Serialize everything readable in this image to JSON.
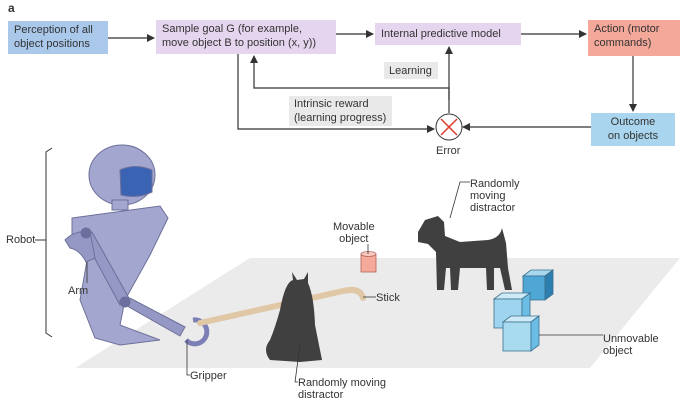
{
  "panel_label": "a",
  "flow": {
    "perception": [
      "Perception of all",
      "object positions"
    ],
    "sample_goal": [
      "Sample goal G (for example,",
      "move object B to position (x, y))"
    ],
    "internal_model": "Internal predictive model",
    "action": [
      "Action (motor",
      "commands)"
    ],
    "outcome": [
      "Outcome",
      "on objects"
    ],
    "learning": "Learning",
    "intrinsic_reward": [
      "Intrinsic reward",
      "(learning progress)"
    ],
    "error": "Error"
  },
  "colors": {
    "perception_box": "#a9c8ea",
    "sample_box": "#e6d5ee",
    "model_box": "#e6d5ee",
    "action_box": "#f3a89a",
    "outcome_box": "#a9d6ee",
    "label_box": "#e9e9e9",
    "floor": "#ebebeb",
    "robot": "#a3a6cf",
    "robot_face": "#3b63b4",
    "stick": "#e0c7a6",
    "cube": "#6cbde6",
    "cup": "#f4a99a",
    "error_cross": "#e03a2f",
    "animal": "#404040"
  },
  "scene": {
    "robot": "Robot",
    "arm": "Arm",
    "gripper": "Gripper",
    "stick": "Stick",
    "movable_object": [
      "Movable",
      "object"
    ],
    "dog_distractor": [
      "Randomly",
      "moving",
      "distractor"
    ],
    "cat_distractor": [
      "Randomly moving",
      "distractor"
    ],
    "unmovable_object": [
      "Unmovable",
      "object"
    ]
  }
}
